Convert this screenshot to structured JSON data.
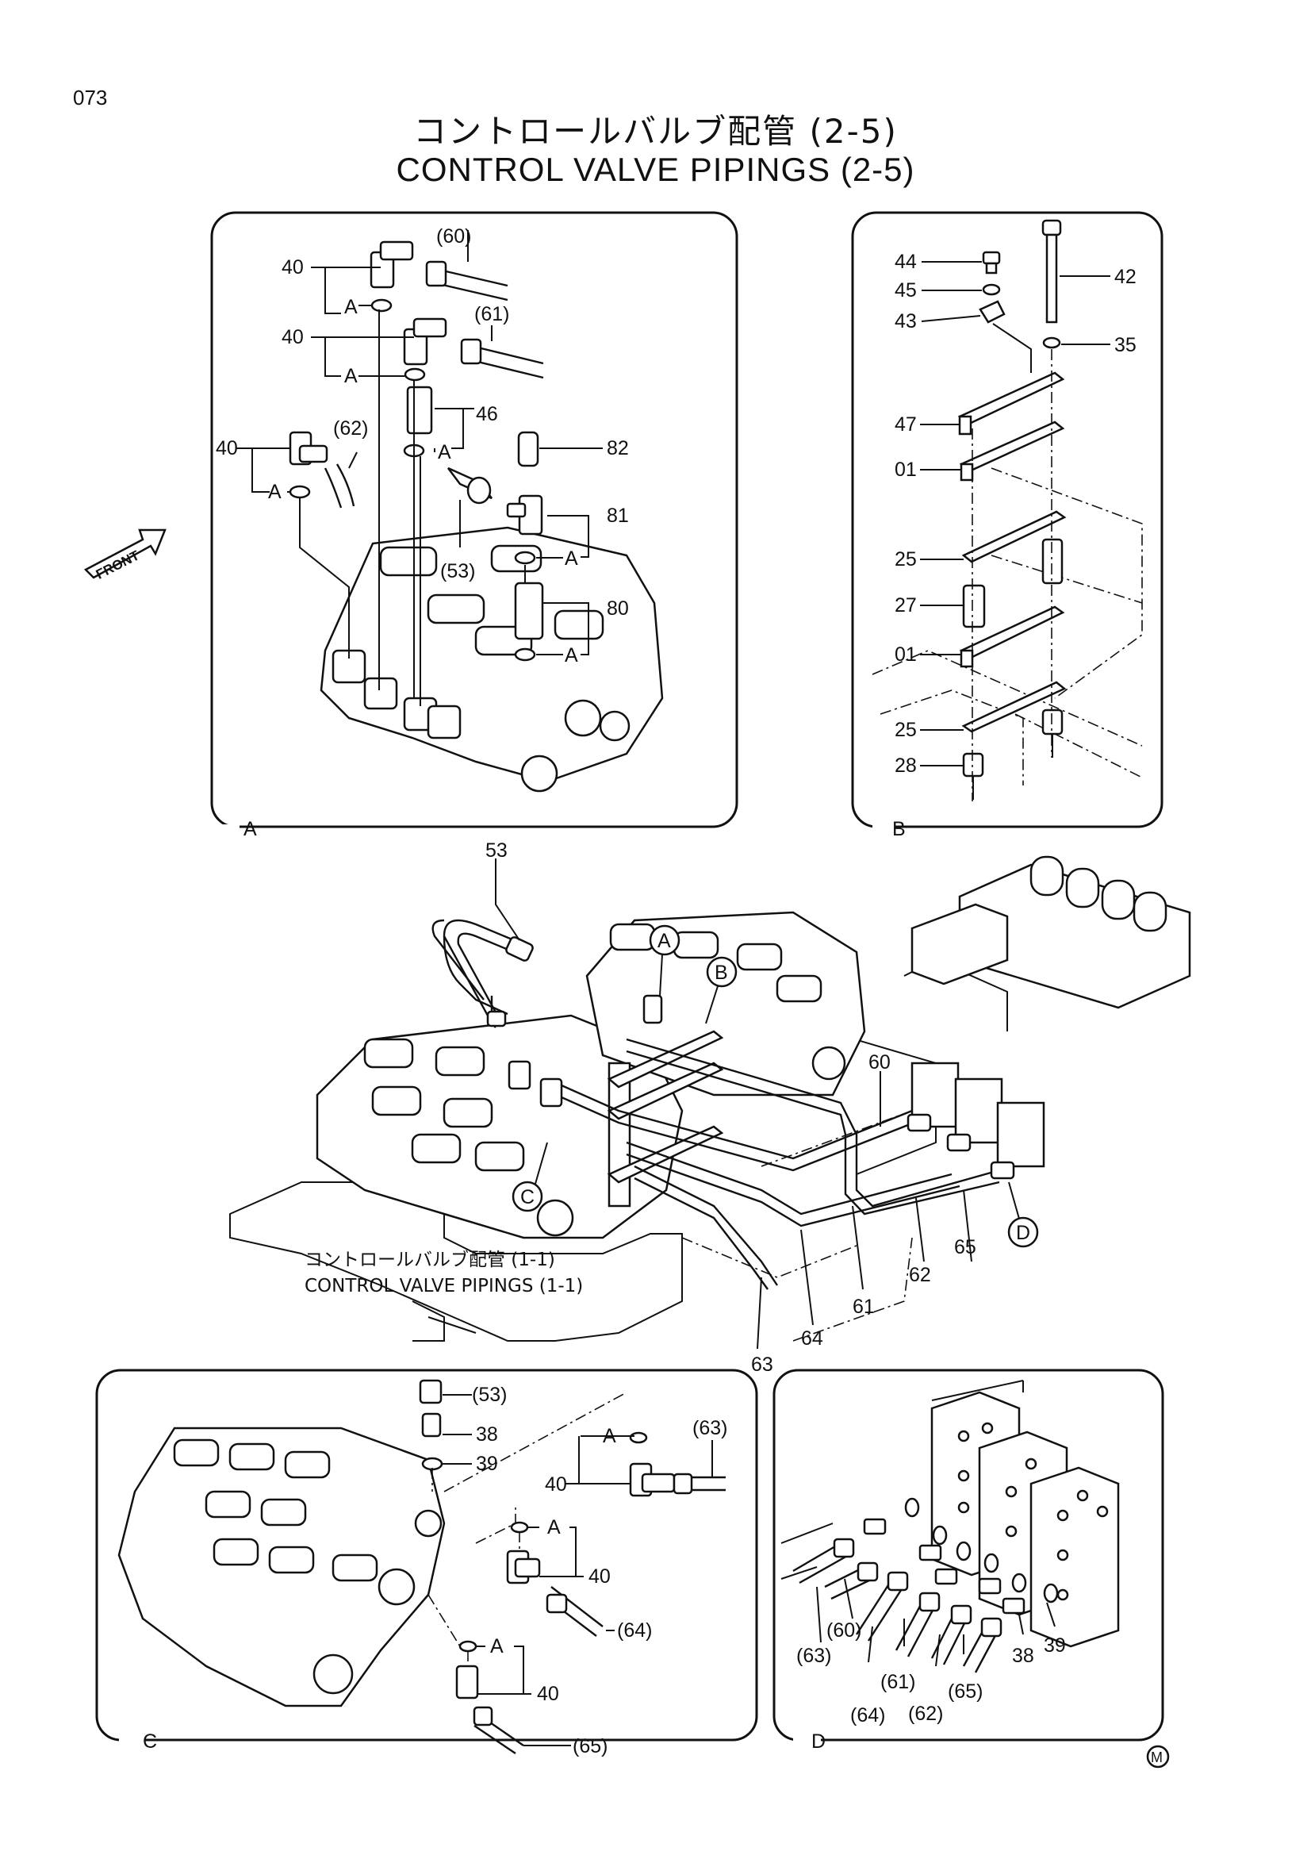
{
  "page_number": "073",
  "title_jp": "コントロールバルブ配管 (2-5)",
  "title_en": "CONTROL VALVE PIPINGS (2-5)",
  "front_label": "FRONT",
  "reference_caption_jp": "コントロールバルブ配管 (1-1)",
  "reference_caption_en": "CONTROL VALVE PIPINGS (1-1)",
  "corner_mark": "M",
  "views": {
    "A": {
      "name": "A",
      "labels": [
        "40",
        "A",
        "40",
        "A",
        "40",
        "A",
        "A",
        "(60)",
        "(61)",
        "(62)",
        "46",
        "82",
        "(53)",
        "81",
        "A",
        "80",
        "A"
      ]
    },
    "B": {
      "name": "B",
      "labels": [
        "44",
        "45",
        "43",
        "42",
        "35",
        "47",
        "01",
        "25",
        "27",
        "01",
        "25",
        "28"
      ]
    },
    "main": {
      "callouts": [
        "A",
        "B",
        "C",
        "D"
      ],
      "labels": [
        "53",
        "60",
        "62",
        "65",
        "61",
        "64",
        "63"
      ]
    },
    "C": {
      "name": "C",
      "labels": [
        "(53)",
        "38",
        "39",
        "A",
        "40",
        "(63)",
        "A",
        "40",
        "(64)",
        "A",
        "40",
        "(65)"
      ]
    },
    "D": {
      "name": "D",
      "labels": [
        "(63)",
        "(60)",
        "(64)",
        "(61)",
        "(62)",
        "(65)",
        "38",
        "39"
      ]
    }
  }
}
